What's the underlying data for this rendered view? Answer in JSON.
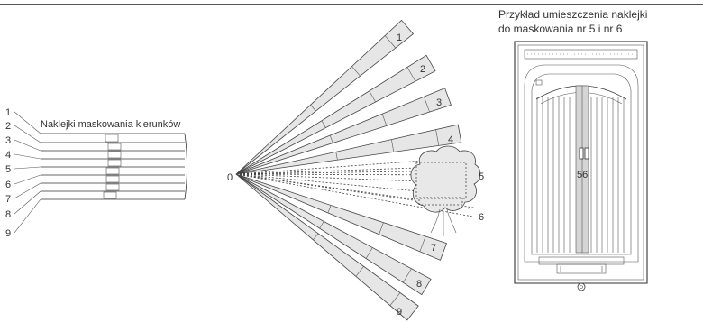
{
  "figure": {
    "top_rule": true,
    "fill_color": "#e6e6e6",
    "line_color": "#333333"
  },
  "left_panel": {
    "title": "Naklejki maskowania kierunków",
    "line_labels": [
      "1",
      "2",
      "3",
      "4",
      "5",
      "6",
      "7",
      "8",
      "9"
    ]
  },
  "center_panel": {
    "origin_label": "0",
    "ray_labels": [
      "1",
      "2",
      "3",
      "4",
      "5",
      "6",
      "7",
      "8",
      "9"
    ]
  },
  "right_panel": {
    "title_line1": "Przykład umieszczenia naklejki",
    "title_line2": "do maskowania nr 5 i nr 6",
    "sticker_label": "56"
  }
}
